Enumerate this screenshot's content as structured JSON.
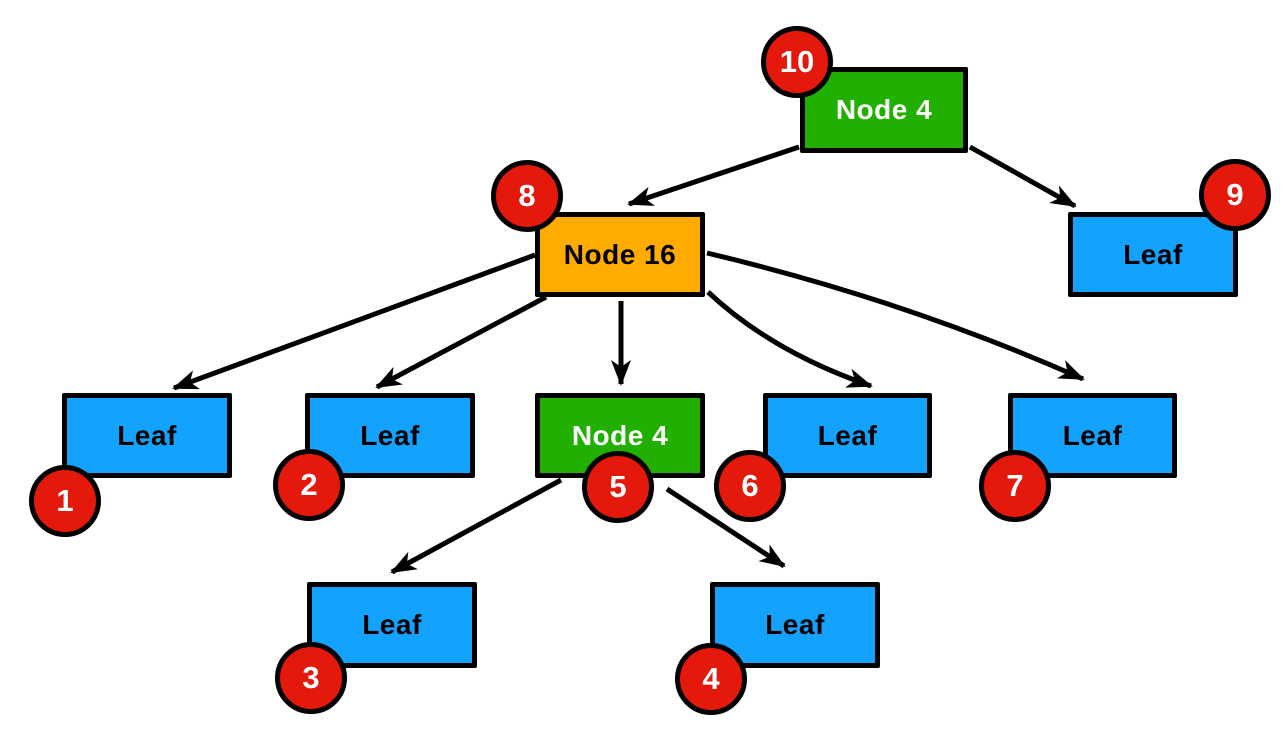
{
  "diagram": {
    "type": "tree",
    "background": "#ffffff",
    "colors": {
      "internal_node_green": "#22b000",
      "internal_node_orange": "#ffab00",
      "leaf_node_blue": "#14a2ff",
      "mark_badge_red": "#e4190c",
      "edge_stroke": "#000000",
      "text_on_green": "#ffffff",
      "text_on_orange": "#000000",
      "text_on_blue": "#000000"
    },
    "nodes": [
      {
        "id": "node-4-root",
        "label": "Node 4",
        "kind": "internal-green",
        "badge": "10"
      },
      {
        "id": "node-16",
        "label": "Node 16",
        "kind": "internal-orange",
        "badge": "8"
      },
      {
        "id": "leaf-top-right",
        "label": "Leaf",
        "kind": "leaf-blue",
        "badge": "9"
      },
      {
        "id": "leaf-row3-first",
        "label": "Leaf",
        "kind": "leaf-blue",
        "badge": "1"
      },
      {
        "id": "leaf-row3-second",
        "label": "Leaf",
        "kind": "leaf-blue",
        "badge": "2"
      },
      {
        "id": "node-4-middle",
        "label": "Node 4",
        "kind": "internal-green",
        "badge": "5"
      },
      {
        "id": "leaf-row3-fourth",
        "label": "Leaf",
        "kind": "leaf-blue",
        "badge": "6"
      },
      {
        "id": "leaf-row3-fifth",
        "label": "Leaf",
        "kind": "leaf-blue",
        "badge": "7"
      },
      {
        "id": "leaf-bottom-left",
        "label": "Leaf",
        "kind": "leaf-blue",
        "badge": "3"
      },
      {
        "id": "leaf-bottom-right",
        "label": "Leaf",
        "kind": "leaf-blue",
        "badge": "4"
      }
    ],
    "badges": [
      {
        "value": "10"
      },
      {
        "value": "8"
      },
      {
        "value": "9"
      },
      {
        "value": "1"
      },
      {
        "value": "2"
      },
      {
        "value": "5"
      },
      {
        "value": "6"
      },
      {
        "value": "7"
      },
      {
        "value": "3"
      },
      {
        "value": "4"
      }
    ],
    "edges": [
      {
        "from": "node-4-root",
        "to": "node-16"
      },
      {
        "from": "node-4-root",
        "to": "leaf-top-right"
      },
      {
        "from": "node-16",
        "to": "leaf-row3-first"
      },
      {
        "from": "node-16",
        "to": "leaf-row3-second"
      },
      {
        "from": "node-16",
        "to": "node-4-middle"
      },
      {
        "from": "node-16",
        "to": "leaf-row3-fourth"
      },
      {
        "from": "node-16",
        "to": "leaf-row3-fifth"
      },
      {
        "from": "node-4-middle",
        "to": "leaf-bottom-left"
      },
      {
        "from": "node-4-middle",
        "to": "leaf-bottom-right"
      }
    ]
  }
}
